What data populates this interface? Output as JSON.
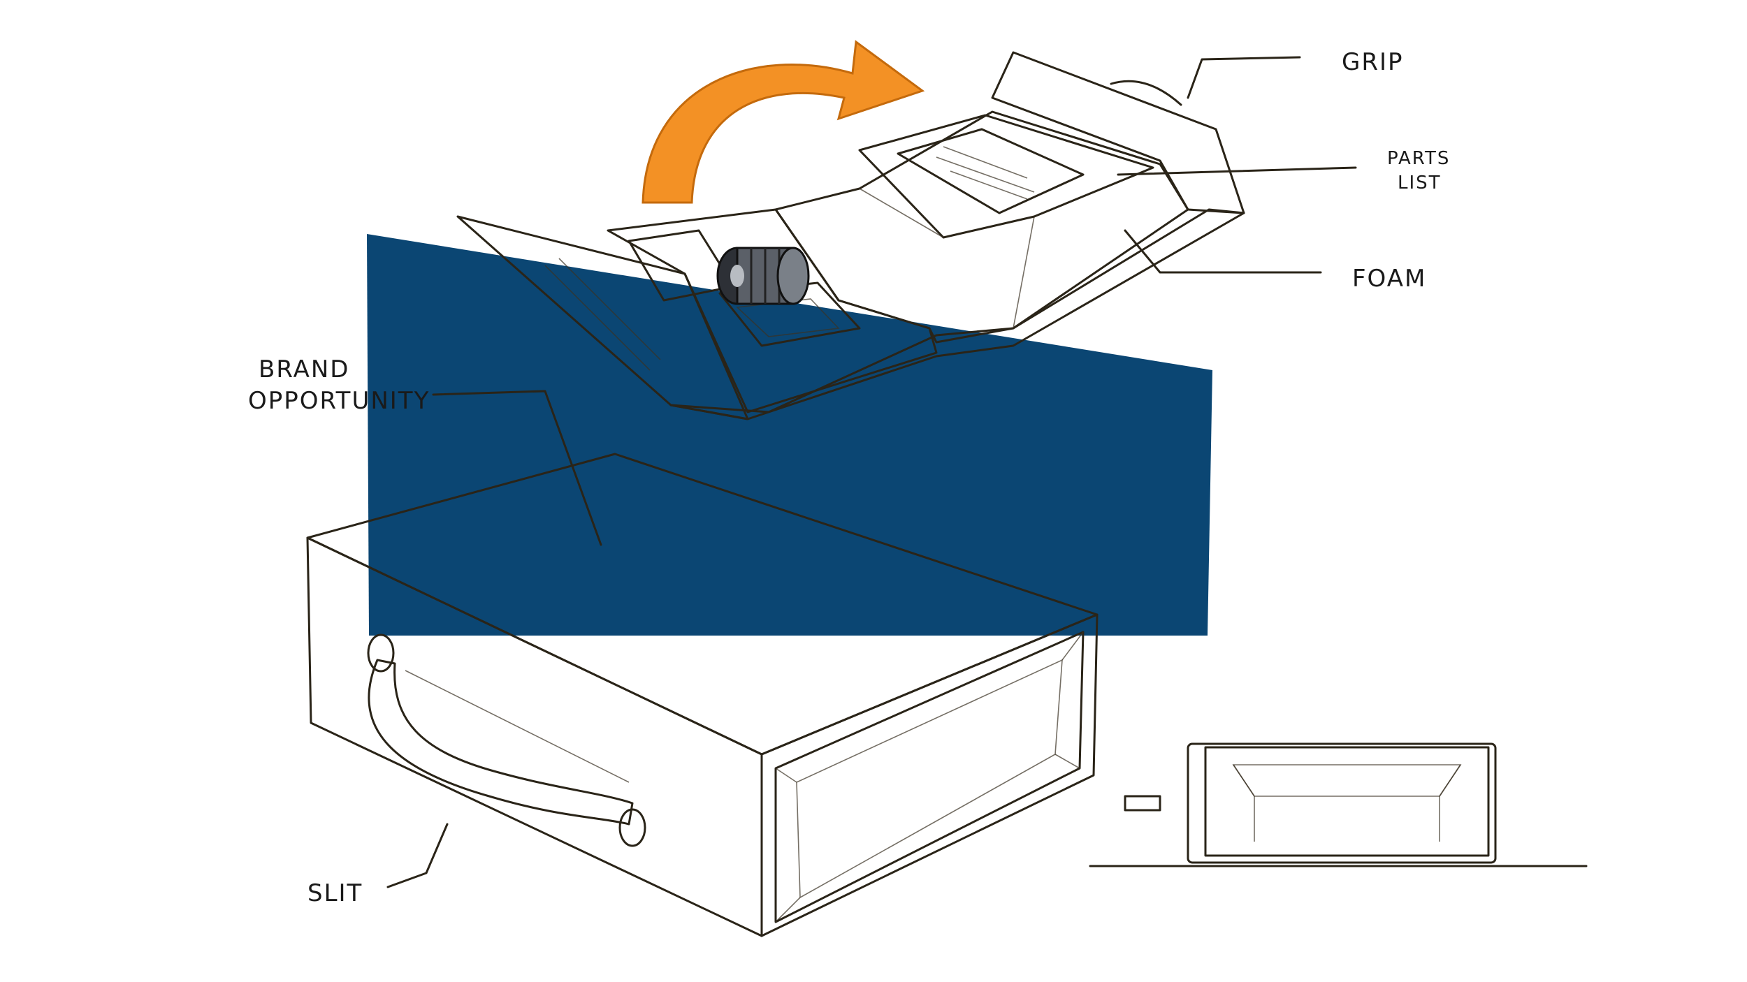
{
  "labels": {
    "grip": "GRIP",
    "parts_list_line1": "PARTS",
    "parts_list_line2": "LIST",
    "foam": "FOAM",
    "brand_line1": "BRAND",
    "brand_line2": "OPPORTUNITY",
    "slit": "SLIT"
  },
  "colors": {
    "navy_panel": "#0b4673",
    "cardboard": "#b9a887",
    "cardboard_dark": "#a48f6c",
    "foam": "#f6ead3",
    "foam_shadow": "#e8d6b6",
    "arrow": "#f39125",
    "ink": "#2a2418",
    "part_metal": "#4a4f56"
  },
  "icons": {
    "arrow": "curved-arrow-icon",
    "part": "roller-part-icon"
  }
}
